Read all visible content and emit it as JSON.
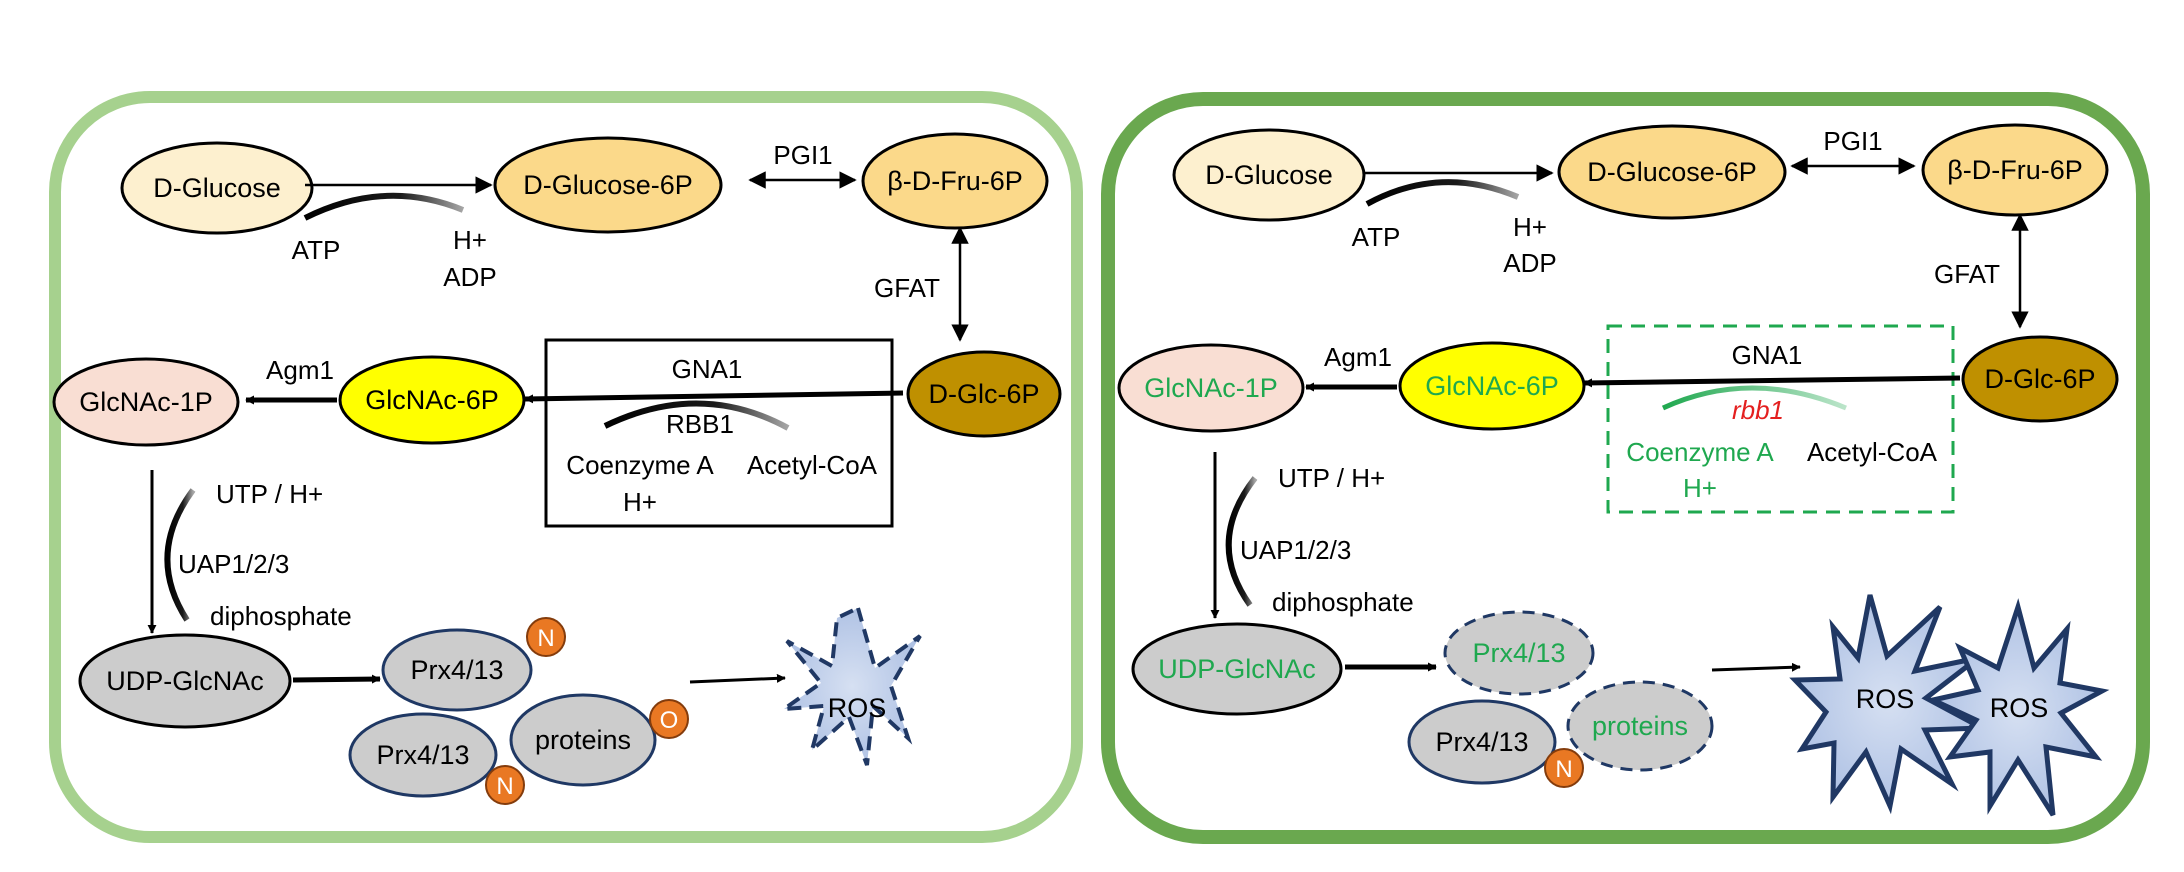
{
  "left": {
    "metabolites": {
      "d_glucose": "D-Glucose",
      "d_glucose_6p": "D-Glucose-6P",
      "b_d_fru_6p": "β-D-Fru-6P",
      "d_glc_6p": "D-Glc-6P",
      "glcnac_6p": "GlcNAc-6P",
      "glcnac_1p": "GlcNAc-1P",
      "udp_glcnac": "UDP-GlcNAc"
    },
    "cofactors": {
      "atp": "ATP",
      "h_plus": "H+",
      "adp": "ADP",
      "coenzyme_a": "Coenzyme A",
      "h_plus_2": "H+",
      "acetyl_coa": "Acetyl-CoA",
      "utp_h": "UTP / H+",
      "diphosphate": "diphosphate"
    },
    "enzymes": {
      "pgi1": "PGI1",
      "gfat": "GFAT",
      "gna1": "GNA1",
      "rbb1": "RBB1",
      "agm1": "Agm1",
      "uap": "UAP1/2/3"
    },
    "proteins": {
      "prx_top": "Prx4/13",
      "prx_bottom": "Prx4/13",
      "proteins": "proteins",
      "n_badge_top": "N",
      "n_badge_bottom": "N",
      "o_badge": "O",
      "ros": "ROS"
    }
  },
  "right": {
    "metabolites": {
      "d_glucose": "D-Glucose",
      "d_glucose_6p": "D-Glucose-6P",
      "b_d_fru_6p": "β-D-Fru-6P",
      "d_glc_6p": "D-Glc-6P",
      "glcnac_6p": "GlcNAc-6P",
      "glcnac_1p": "GlcNAc-1P",
      "udp_glcnac": "UDP-GlcNAc"
    },
    "cofactors": {
      "atp": "ATP",
      "h_plus": "H+",
      "adp": "ADP",
      "coenzyme_a": "Coenzyme A",
      "h_plus_2": "H+",
      "acetyl_coa": "Acetyl-CoA",
      "utp_h": "UTP / H+",
      "diphosphate": "diphosphate"
    },
    "enzymes": {
      "pgi1": "PGI1",
      "gfat": "GFAT",
      "gna1": "GNA1",
      "rbb1": "rbb1",
      "agm1": "Agm1",
      "uap": "UAP1/2/3"
    },
    "proteins": {
      "prx_dashed": "Prx4/13",
      "prx_bottom": "Prx4/13",
      "proteins": "proteins",
      "n_badge": "N",
      "ros_1": "ROS",
      "ros_2": "ROS"
    }
  },
  "colors": {
    "left_panel_border": "#a6d18e",
    "right_panel_border": "#6aa84f",
    "d_glucose_fill": "#fdf0cf",
    "glucose_6p_fill": "#fbd98a",
    "glc_6p_fill": "#bf9000",
    "glcnac_6p_fill": "#ffff00",
    "glcnac_1p_fill": "#f9ded3",
    "grey_fill": "#cccccc",
    "badge_fill": "#e97823",
    "ros_fill": "#b4c7e7",
    "ros_stroke": "#203864",
    "green_text": "#1fa84f",
    "red_text": "#e41f1f"
  }
}
